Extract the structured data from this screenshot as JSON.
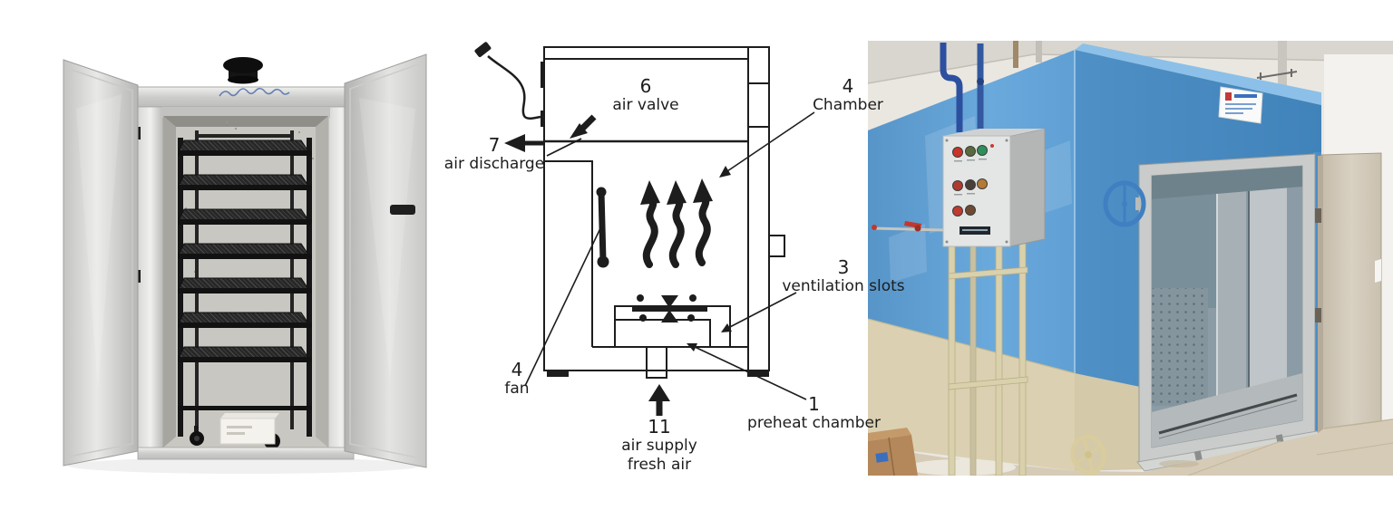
{
  "diagram": {
    "ink_color": "#1d1d1d",
    "labels": {
      "air_valve": {
        "number": "6",
        "text": "air valve"
      },
      "chamber": {
        "number": "4",
        "text": "Chamber"
      },
      "air_discharge": {
        "number": "7",
        "text": "air discharge"
      },
      "ventilation_slots": {
        "number": "3",
        "text": "ventilation slots"
      },
      "fan": {
        "number": "4",
        "text": "fan"
      },
      "air_supply": {
        "number": "11",
        "text": "air supply",
        "text2": "fresh air"
      },
      "preheat_chamber": {
        "number": "1",
        "text": "preheat chamber"
      }
    }
  },
  "photos": {
    "left": {
      "description": "Stainless steel drying oven with both doors open showing a black mesh-tray trolley and a round vent cap on top"
    },
    "right": {
      "description": "Blue industrial drying chamber with control panel on a stand, open insulated door and blue ring handle"
    }
  },
  "colors": {
    "diagram_ink": "#1d1d1d",
    "oven_steel": "#d9d9d7",
    "rack_black": "#1b1b1b",
    "chamber_blue": "#5b9ace",
    "chamber_cream": "#dbd1b2",
    "handle_blue": "#3f7fc2",
    "button_red": "#c8332a",
    "button_green": "#2f8f5b"
  }
}
